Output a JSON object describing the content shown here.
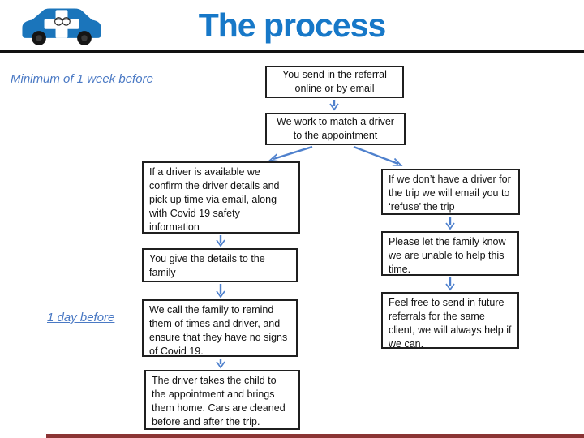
{
  "header": {
    "title": "The process",
    "logo_icon": "medical-car-icon"
  },
  "timeline": {
    "week_label": "Minimum of 1 week before",
    "day_label": "1 day before"
  },
  "flow": {
    "nodes": [
      {
        "id": "referral",
        "text": "You send in the referral online or by email",
        "align": "center"
      },
      {
        "id": "match",
        "text": "We work to match a driver to the appointment",
        "align": "center"
      },
      {
        "id": "left1",
        "text": "If a driver is available we confirm the driver details and pick up time via email, along with Covid 19 safety information",
        "align": "left"
      },
      {
        "id": "left2",
        "text": "You give the details to the family",
        "align": "left"
      },
      {
        "id": "left3",
        "text": "We call the family to remind them of times and driver, and ensure that they have no signs of Covid 19.",
        "align": "left"
      },
      {
        "id": "left4",
        "text": "The driver takes the child to the appointment and brings them home. Cars are cleaned before and after the trip.",
        "align": "left"
      },
      {
        "id": "right1",
        "text": "If we don’t have a driver for the trip we will email you to ‘refuse’ the trip",
        "align": "left"
      },
      {
        "id": "right2",
        "text": "Please let the family know we are unable to help this time.",
        "align": "left"
      },
      {
        "id": "right3",
        "text": "Feel free to send in future referrals for the same client, we will always help if we can.",
        "align": "left"
      }
    ]
  },
  "colors": {
    "title-blue": "#1778c8",
    "car-blue": "#1b75bb",
    "label-blue": "#4a79c4",
    "arrow-blue": "#4f81cd",
    "box-border": "#1f1f1f",
    "footer-red": "#8b3434",
    "rule-black": "#111111"
  }
}
